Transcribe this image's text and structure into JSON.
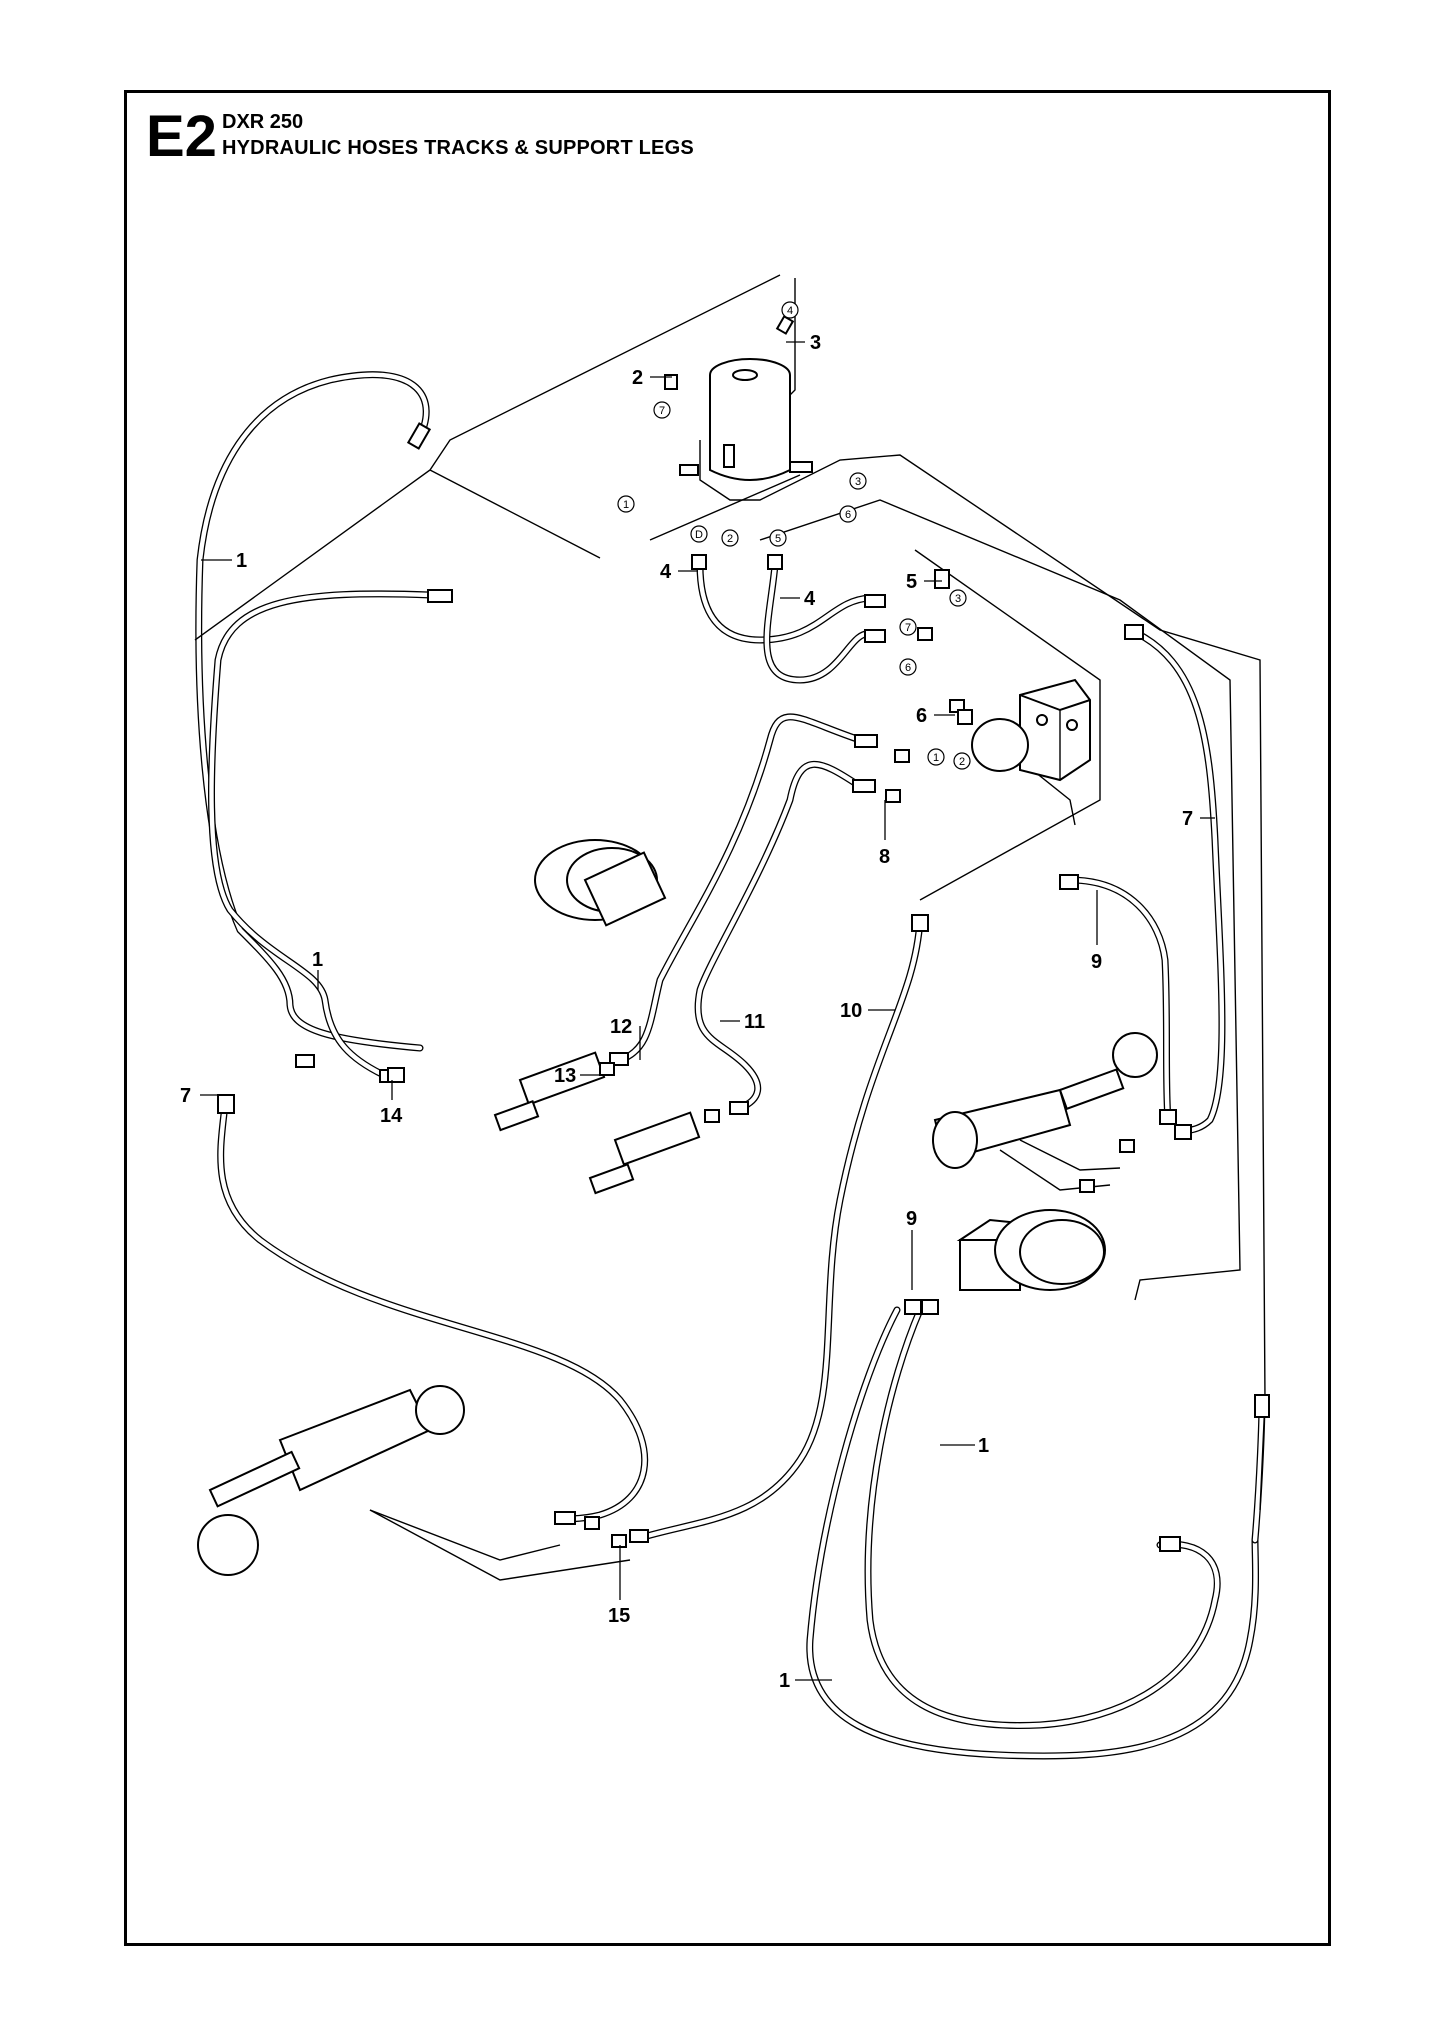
{
  "sheet": {
    "code": "E2",
    "model": "DXR 250",
    "title": "HYDRAULIC HOSES TRACKS & SUPPORT LEGS"
  },
  "callouts": [
    {
      "id": "c1a",
      "label": "1"
    },
    {
      "id": "c1b",
      "label": "1"
    },
    {
      "id": "c1c",
      "label": "1"
    },
    {
      "id": "c1d",
      "label": "1"
    },
    {
      "id": "c2",
      "label": "2"
    },
    {
      "id": "c3",
      "label": "3"
    },
    {
      "id": "c4a",
      "label": "4"
    },
    {
      "id": "c4b",
      "label": "4"
    },
    {
      "id": "c5",
      "label": "5"
    },
    {
      "id": "c6",
      "label": "6"
    },
    {
      "id": "c7a",
      "label": "7"
    },
    {
      "id": "c7b",
      "label": "7"
    },
    {
      "id": "c8",
      "label": "8"
    },
    {
      "id": "c9a",
      "label": "9"
    },
    {
      "id": "c9b",
      "label": "9"
    },
    {
      "id": "c10",
      "label": "10"
    },
    {
      "id": "c11",
      "label": "11"
    },
    {
      "id": "c12",
      "label": "12"
    },
    {
      "id": "c13",
      "label": "13"
    },
    {
      "id": "c14",
      "label": "14"
    },
    {
      "id": "c15",
      "label": "15"
    }
  ],
  "port_refs": [
    {
      "id": "r4",
      "label": "4"
    },
    {
      "id": "r7a",
      "label": "7"
    },
    {
      "id": "r1a",
      "label": "1"
    },
    {
      "id": "r3a",
      "label": "3"
    },
    {
      "id": "r6a",
      "label": "6"
    },
    {
      "id": "rD",
      "label": "D"
    },
    {
      "id": "r2a",
      "label": "2"
    },
    {
      "id": "r5",
      "label": "5"
    },
    {
      "id": "r3b",
      "label": "3"
    },
    {
      "id": "r7b",
      "label": "7"
    },
    {
      "id": "r6b",
      "label": "6"
    },
    {
      "id": "r1b",
      "label": "1"
    },
    {
      "id": "r2b",
      "label": "2"
    }
  ]
}
